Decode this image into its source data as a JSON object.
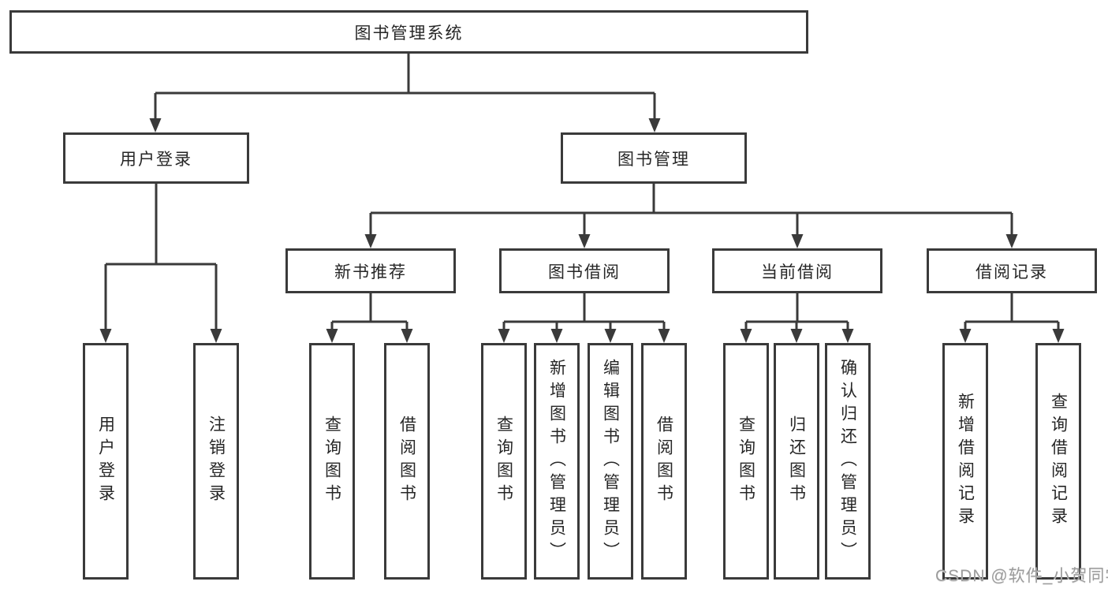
{
  "nodes": {
    "root": "图书管理系统",
    "user_login": "用户登录",
    "book_mgmt": "图书管理",
    "new_book_rec": "新书推荐",
    "book_borrow": "图书借阅",
    "current_borrow": "当前借阅",
    "borrow_record": "借阅记录",
    "leaf_user_login": "用户登录",
    "leaf_logout": "注销登录",
    "leaf_nbr_query": "查询图书",
    "leaf_nbr_borrow": "借阅图书",
    "leaf_bb_query": "查询图书",
    "leaf_bb_add": "新增图书（管理员）",
    "leaf_bb_edit": "编辑图书（管理员）",
    "leaf_bb_borrow": "借阅图书",
    "leaf_cb_query": "查询图书",
    "leaf_cb_return": "归还图书",
    "leaf_cb_confirm": "确认归还（管理员）",
    "leaf_br_add": "新增借阅记录",
    "leaf_br_query": "查询借阅记录"
  },
  "watermark": "CSDN @软件_小贺同学",
  "colors": {
    "line": "#3a3a3a",
    "text": "#262626",
    "watermark": "#9c9c9c",
    "background": "#ffffff"
  }
}
